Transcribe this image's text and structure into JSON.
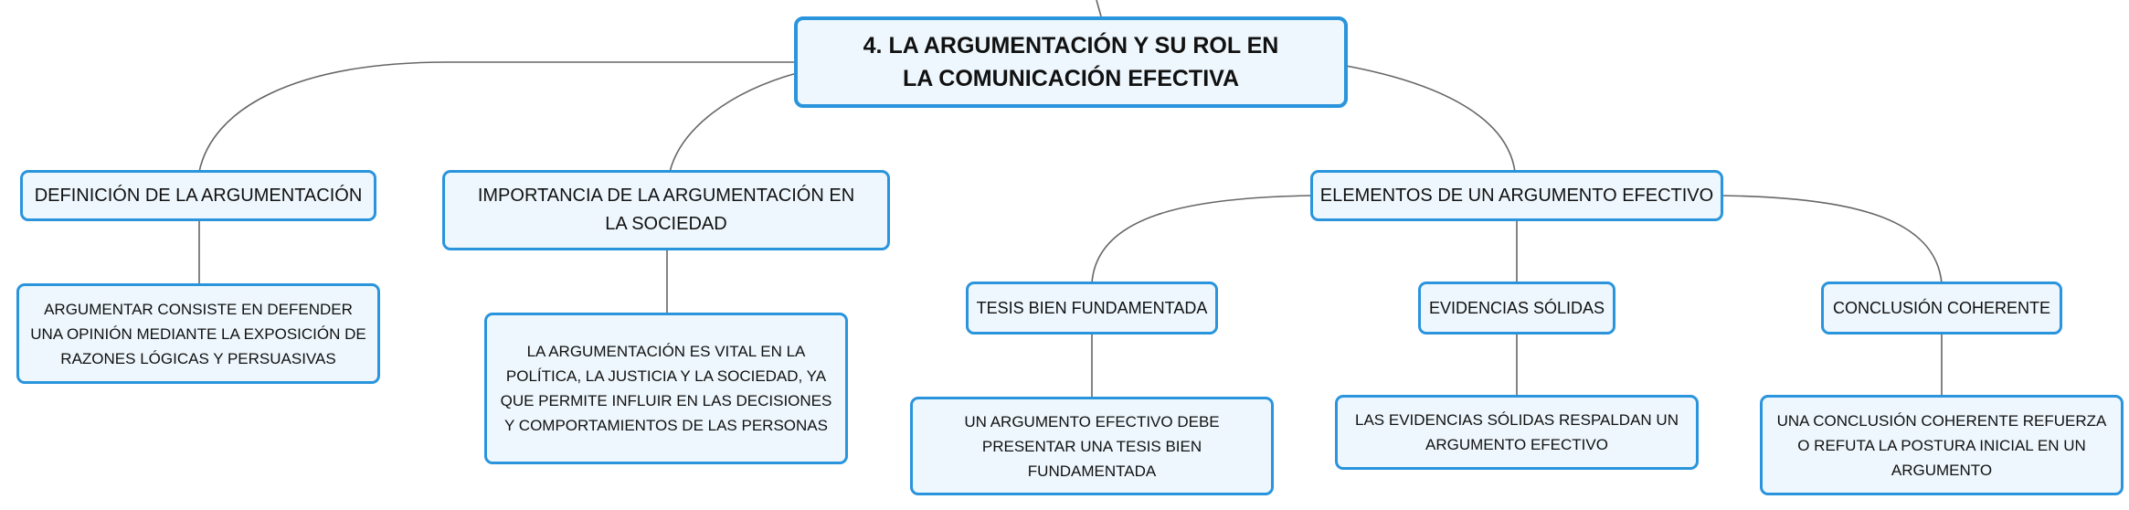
{
  "diagram": {
    "root": "4. LA ARGUMENTACIÓN Y SU ROL EN LA COMUNICACIÓN EFECTIVA",
    "nodes": {
      "definicion": "DEFINICIÓN DE LA ARGUMENTACIÓN",
      "definicion_detalle": "ARGUMENTAR CONSISTE EN DEFENDER UNA OPINIÓN MEDIANTE LA EXPOSICIÓN DE RAZONES LÓGICAS Y PERSUASIVAS",
      "importancia": "IMPORTANCIA DE LA ARGUMENTACIÓN EN LA SOCIEDAD",
      "importancia_detalle": "LA ARGUMENTACIÓN ES VITAL EN LA POLÍTICA, LA JUSTICIA Y LA SOCIEDAD, YA QUE PERMITE INFLUIR EN LAS DECISIONES Y COMPORTAMIENTOS DE LAS PERSONAS",
      "elementos": "ELEMENTOS DE UN ARGUMENTO EFECTIVO",
      "tesis": "TESIS BIEN FUNDAMENTADA",
      "tesis_detalle": "UN ARGUMENTO EFECTIVO DEBE PRESENTAR UNA TESIS BIEN FUNDAMENTADA",
      "evidencias": "EVIDENCIAS SÓLIDAS",
      "evidencias_detalle": "LAS EVIDENCIAS SÓLIDAS RESPALDAN UN ARGUMENTO EFECTIVO",
      "conclusion": "CONCLUSIÓN COHERENTE",
      "conclusion_detalle": "UNA CONCLUSIÓN COHERENTE REFUERZA O REFUTA LA POSTURA INICIAL EN UN ARGUMENTO"
    }
  },
  "colors": {
    "node_border": "#2a94dc",
    "node_fill": "#eef7fd",
    "connector": "#666666",
    "text": "#111111"
  }
}
